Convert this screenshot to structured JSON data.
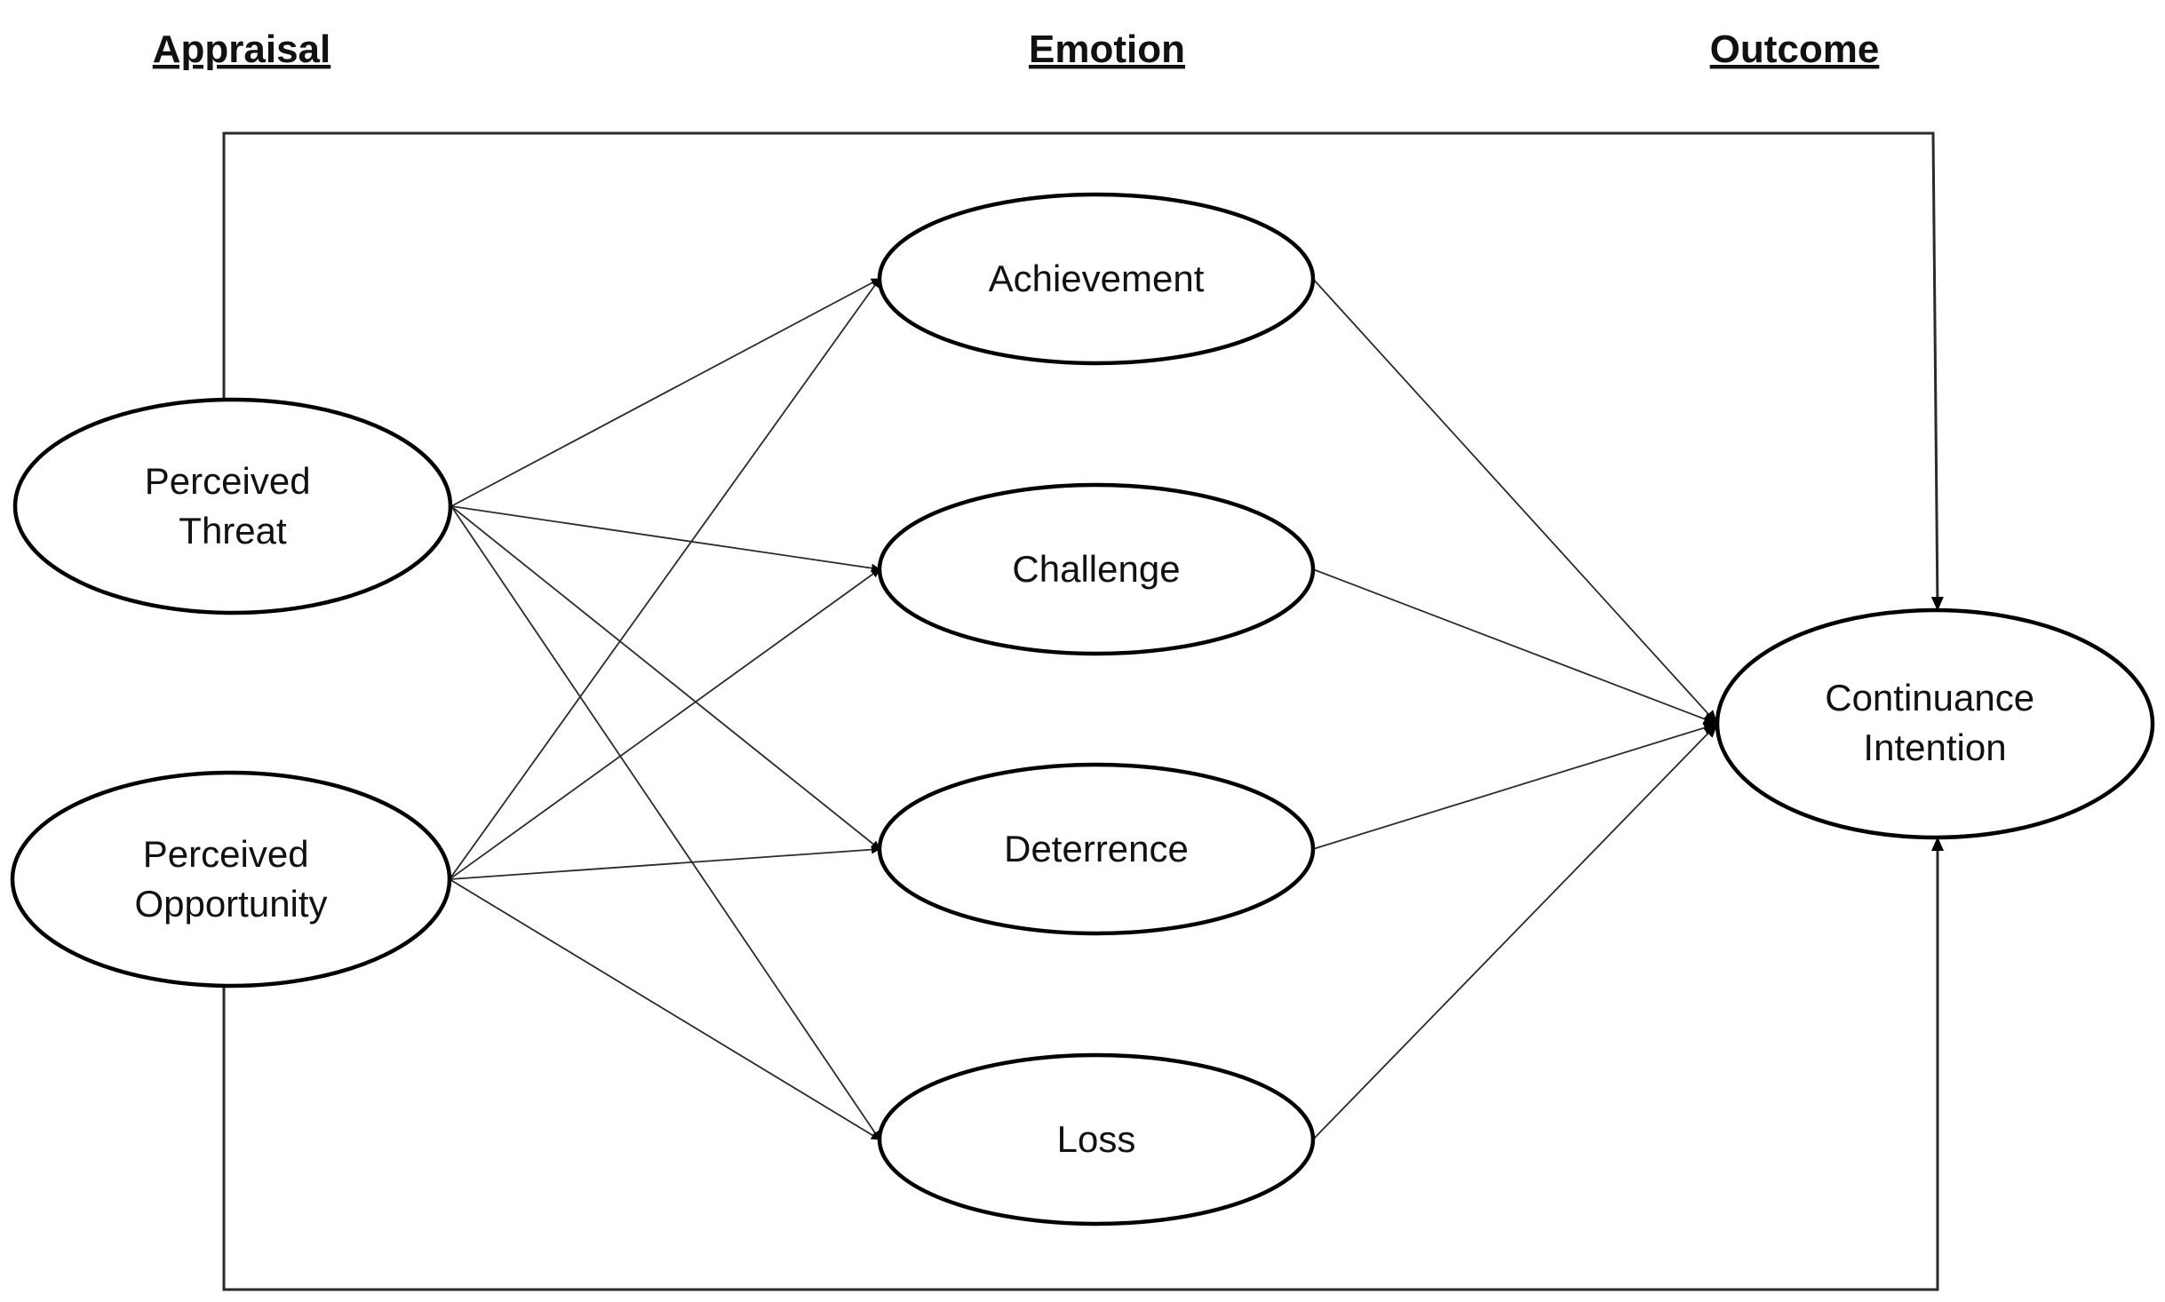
{
  "headers": {
    "appraisal": "Appraisal",
    "emotion": "Emotion",
    "outcome": "Outcome"
  },
  "nodes": {
    "perceived_threat": [
      "Perceived",
      "Threat"
    ],
    "perceived_opportunity": [
      "Perceived",
      "Opportunity"
    ],
    "achievement": [
      "Achievement"
    ],
    "challenge": [
      "Challenge"
    ],
    "deterrence": [
      "Deterrence"
    ],
    "loss": [
      "Loss"
    ],
    "continuance_intention": [
      "Continuance",
      "Intention"
    ]
  },
  "edges": [
    {
      "from": "perceived_threat",
      "to": "achievement"
    },
    {
      "from": "perceived_threat",
      "to": "challenge"
    },
    {
      "from": "perceived_threat",
      "to": "deterrence"
    },
    {
      "from": "perceived_threat",
      "to": "loss"
    },
    {
      "from": "perceived_opportunity",
      "to": "achievement"
    },
    {
      "from": "perceived_opportunity",
      "to": "challenge"
    },
    {
      "from": "perceived_opportunity",
      "to": "deterrence"
    },
    {
      "from": "perceived_opportunity",
      "to": "loss"
    },
    {
      "from": "achievement",
      "to": "continuance_intention"
    },
    {
      "from": "challenge",
      "to": "continuance_intention"
    },
    {
      "from": "deterrence",
      "to": "continuance_intention"
    },
    {
      "from": "loss",
      "to": "continuance_intention"
    },
    {
      "from": "perceived_threat",
      "to": "continuance_intention",
      "route": "top"
    },
    {
      "from": "perceived_opportunity",
      "to": "continuance_intention",
      "route": "bottom"
    }
  ],
  "colors": {
    "stroke": "#000000",
    "edge": "#2b2b2b",
    "text": "#111111",
    "background": "#ffffff"
  }
}
